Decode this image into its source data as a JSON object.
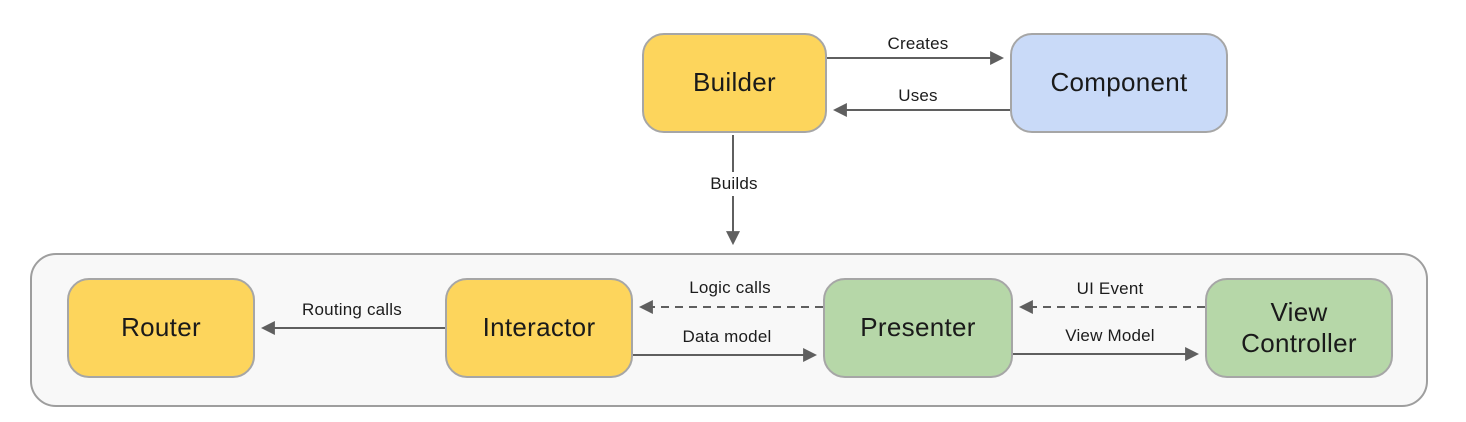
{
  "diagram": {
    "nodes": {
      "builder": {
        "label": "Builder",
        "fill": "#fdd55c"
      },
      "component": {
        "label": "Component",
        "fill": "#c9daf8"
      },
      "router": {
        "label": "Router",
        "fill": "#fdd55c"
      },
      "interactor": {
        "label": "Interactor",
        "fill": "#fdd55c"
      },
      "presenter": {
        "label": "Presenter",
        "fill": "#b6d7a8"
      },
      "view_controller": {
        "label": "View Controller",
        "fill": "#b6d7a8"
      }
    },
    "edges": {
      "creates": {
        "label": "Creates",
        "from": "builder",
        "to": "component",
        "style": "solid"
      },
      "uses": {
        "label": "Uses",
        "from": "component",
        "to": "builder",
        "style": "solid"
      },
      "builds": {
        "label": "Builds",
        "from": "builder",
        "to": "module_container",
        "style": "solid"
      },
      "routing_calls": {
        "label": "Routing calls",
        "from": "interactor",
        "to": "router",
        "style": "solid"
      },
      "logic_calls": {
        "label": "Logic calls",
        "from": "presenter",
        "to": "interactor",
        "style": "dashed"
      },
      "data_model": {
        "label": "Data model",
        "from": "interactor",
        "to": "presenter",
        "style": "solid"
      },
      "ui_event": {
        "label": "UI Event",
        "from": "view_controller",
        "to": "presenter",
        "style": "dashed"
      },
      "view_model": {
        "label": "View Model",
        "from": "presenter",
        "to": "view_controller",
        "style": "solid"
      }
    },
    "colors": {
      "node_border": "#a6a6a6",
      "container_fill": "#f8f8f8",
      "container_border": "#9e9e9e",
      "arrow": "#5f5f5f",
      "text": "#1a1a1a",
      "background": "#ffffff"
    }
  }
}
